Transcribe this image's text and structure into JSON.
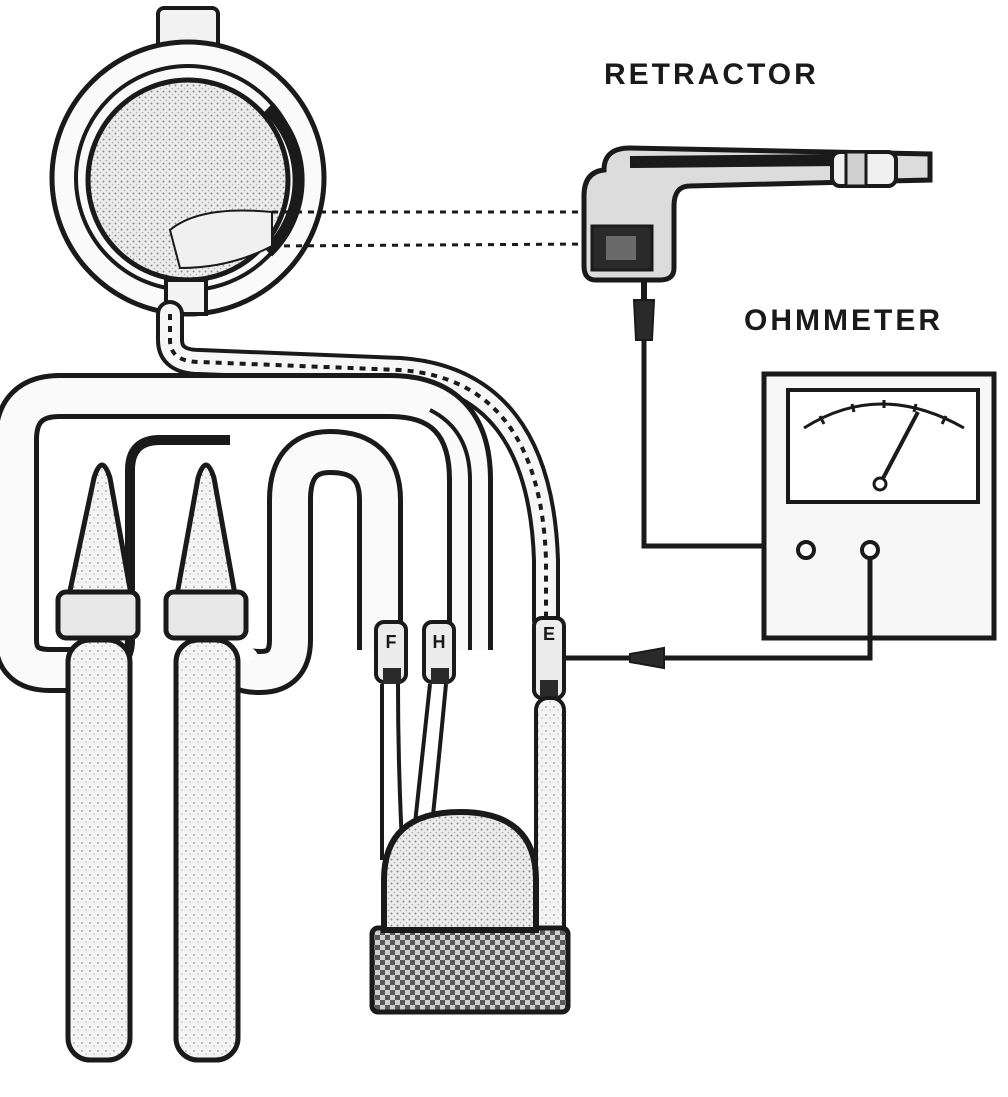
{
  "labels": {
    "retractor": "RETRACTOR",
    "ohmmeter": "OHMMETER"
  },
  "connector_letters": {
    "pin_1": "F",
    "pin_2": "H",
    "pin_3": "E"
  },
  "colors": {
    "ink": "#1a1a1a",
    "stipple": "#d6d6d6",
    "background": "#ffffff"
  }
}
